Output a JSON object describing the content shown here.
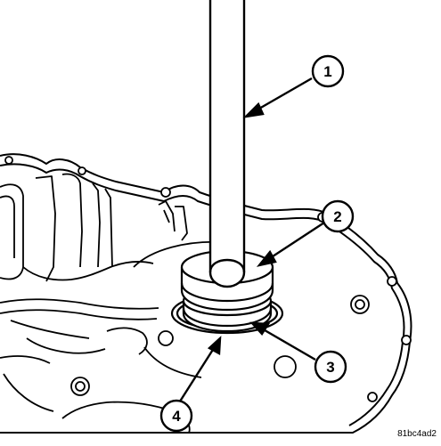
{
  "figure": {
    "callouts": [
      {
        "id": "1",
        "label": "1"
      },
      {
        "id": "2",
        "label": "2"
      },
      {
        "id": "3",
        "label": "3"
      },
      {
        "id": "4",
        "label": "4"
      }
    ],
    "reference_code": "81bc4ad2"
  }
}
